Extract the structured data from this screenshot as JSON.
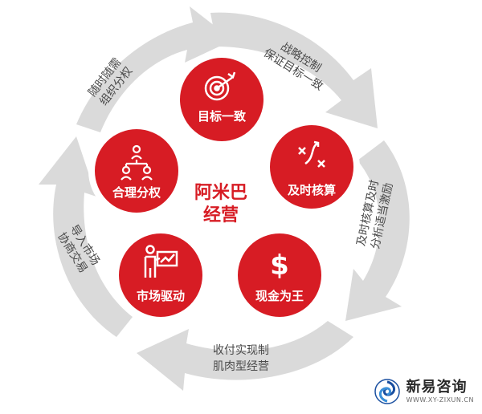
{
  "center": {
    "line1": "阿米巴",
    "line2": "经营"
  },
  "nodes": [
    {
      "label": "目标一致",
      "icon": "target-icon"
    },
    {
      "label": "及时核算",
      "icon": "strategy-icon"
    },
    {
      "label": "现金为王",
      "icon": "dollar-icon"
    },
    {
      "label": "市场驱动",
      "icon": "presentation-icon"
    },
    {
      "label": "合理分权",
      "icon": "org-chart-icon"
    }
  ],
  "arrows": [
    {
      "line1": "战略控制",
      "line2": "保证目标一致"
    },
    {
      "line1": "及时核算及时",
      "line2": "分析适当激励"
    },
    {
      "line1": "收付实现制",
      "line2": "肌肉型经营"
    },
    {
      "line1": "导入市场",
      "line2": "协商交易"
    },
    {
      "line1": "随时随需",
      "line2": "组织分权"
    }
  ],
  "logo": {
    "name": "新易咨询",
    "url": "WWW.XY-ZIXUN.CN"
  },
  "colors": {
    "node_red": "#d71c24",
    "arrow_gray": "#d8d8d8",
    "text_dark": "#4a4a4a"
  }
}
